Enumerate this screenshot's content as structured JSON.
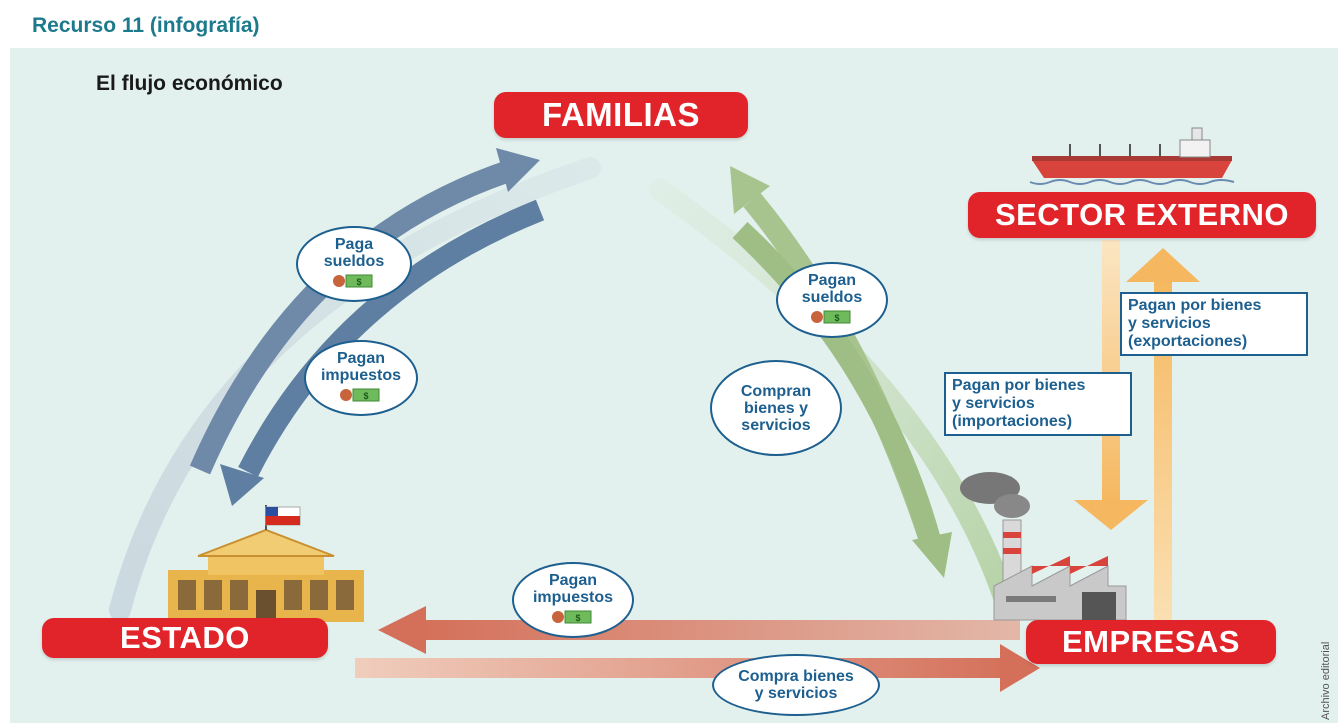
{
  "header": {
    "title": "Recurso 11 (infografía)"
  },
  "diagram": {
    "subtitle": "El flujo económico",
    "nodes": {
      "familias": "FAMILIAS",
      "estado": "ESTADO",
      "empresas": "EMPRESAS",
      "sector_externo": "SECTOR EXTERNO"
    },
    "flows": {
      "estado_paga_sueldos": [
        "Paga",
        "sueldos"
      ],
      "familias_pagan_impuestos": [
        "Pagan",
        "impuestos"
      ],
      "empresas_pagan_sueldos": [
        "Pagan",
        "sueldos"
      ],
      "familias_compran": [
        "Compran",
        "bienes y",
        "servicios"
      ],
      "empresas_pagan_impuestos": [
        "Pagan",
        "impuestos"
      ],
      "estado_compra": [
        "Compra bienes",
        "y servicios"
      ],
      "exportaciones": [
        "Pagan por bienes",
        "y servicios",
        "(exportaciones)"
      ],
      "importaciones": [
        "Pagan por bienes",
        "y servicios",
        "(importaciones)"
      ]
    },
    "money_symbol": "$",
    "credit": "Archivo editorial"
  },
  "colors": {
    "node_red": "#e1232a",
    "blue_arrow": "#6e8aa8",
    "green_arrow": "#a7c48f",
    "orange_arrow": "#d4705a",
    "yellow_arrow": "#f5b860",
    "label_blue": "#1d5f8f",
    "panel_bg": "#e3f1ee"
  }
}
